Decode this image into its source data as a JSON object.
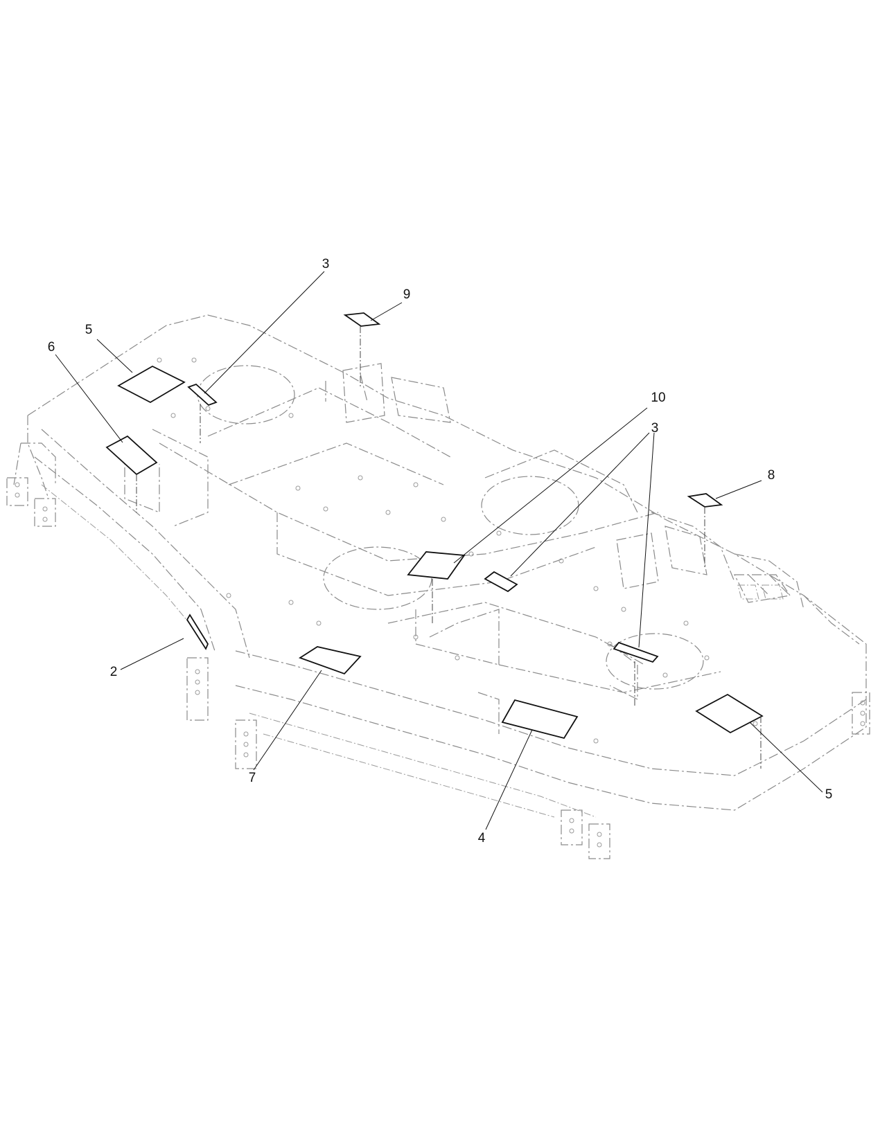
{
  "callouts": [
    {
      "id": "c3a",
      "label": "3"
    },
    {
      "id": "c9",
      "label": "9"
    },
    {
      "id": "c5a",
      "label": "5"
    },
    {
      "id": "c6",
      "label": "6"
    },
    {
      "id": "c10",
      "label": "10"
    },
    {
      "id": "c3b",
      "label": "3"
    },
    {
      "id": "c8",
      "label": "8"
    },
    {
      "id": "c2",
      "label": "2"
    },
    {
      "id": "c7",
      "label": "7"
    },
    {
      "id": "c4",
      "label": "4"
    },
    {
      "id": "c5b",
      "label": "5"
    }
  ]
}
